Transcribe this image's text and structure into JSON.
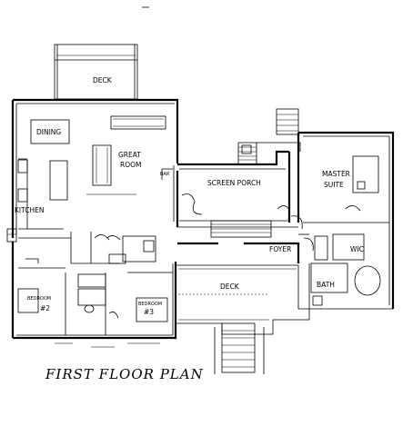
{
  "plan": {
    "title": "FIRST FLOOR PLAN",
    "rooms": {
      "deck_top": "DECK",
      "dining": "DINING",
      "great_room": "GREAT\nROOM",
      "kitchen": "KITCHEN",
      "screen_porch": "SCREEN PORCH",
      "master_suite": "MASTER\nSUITE",
      "foyer": "FOYER",
      "deck_bottom": "DECK",
      "wic": "WIC",
      "bath": "BATH",
      "bed2": "#2",
      "bed3": "#3"
    }
  }
}
